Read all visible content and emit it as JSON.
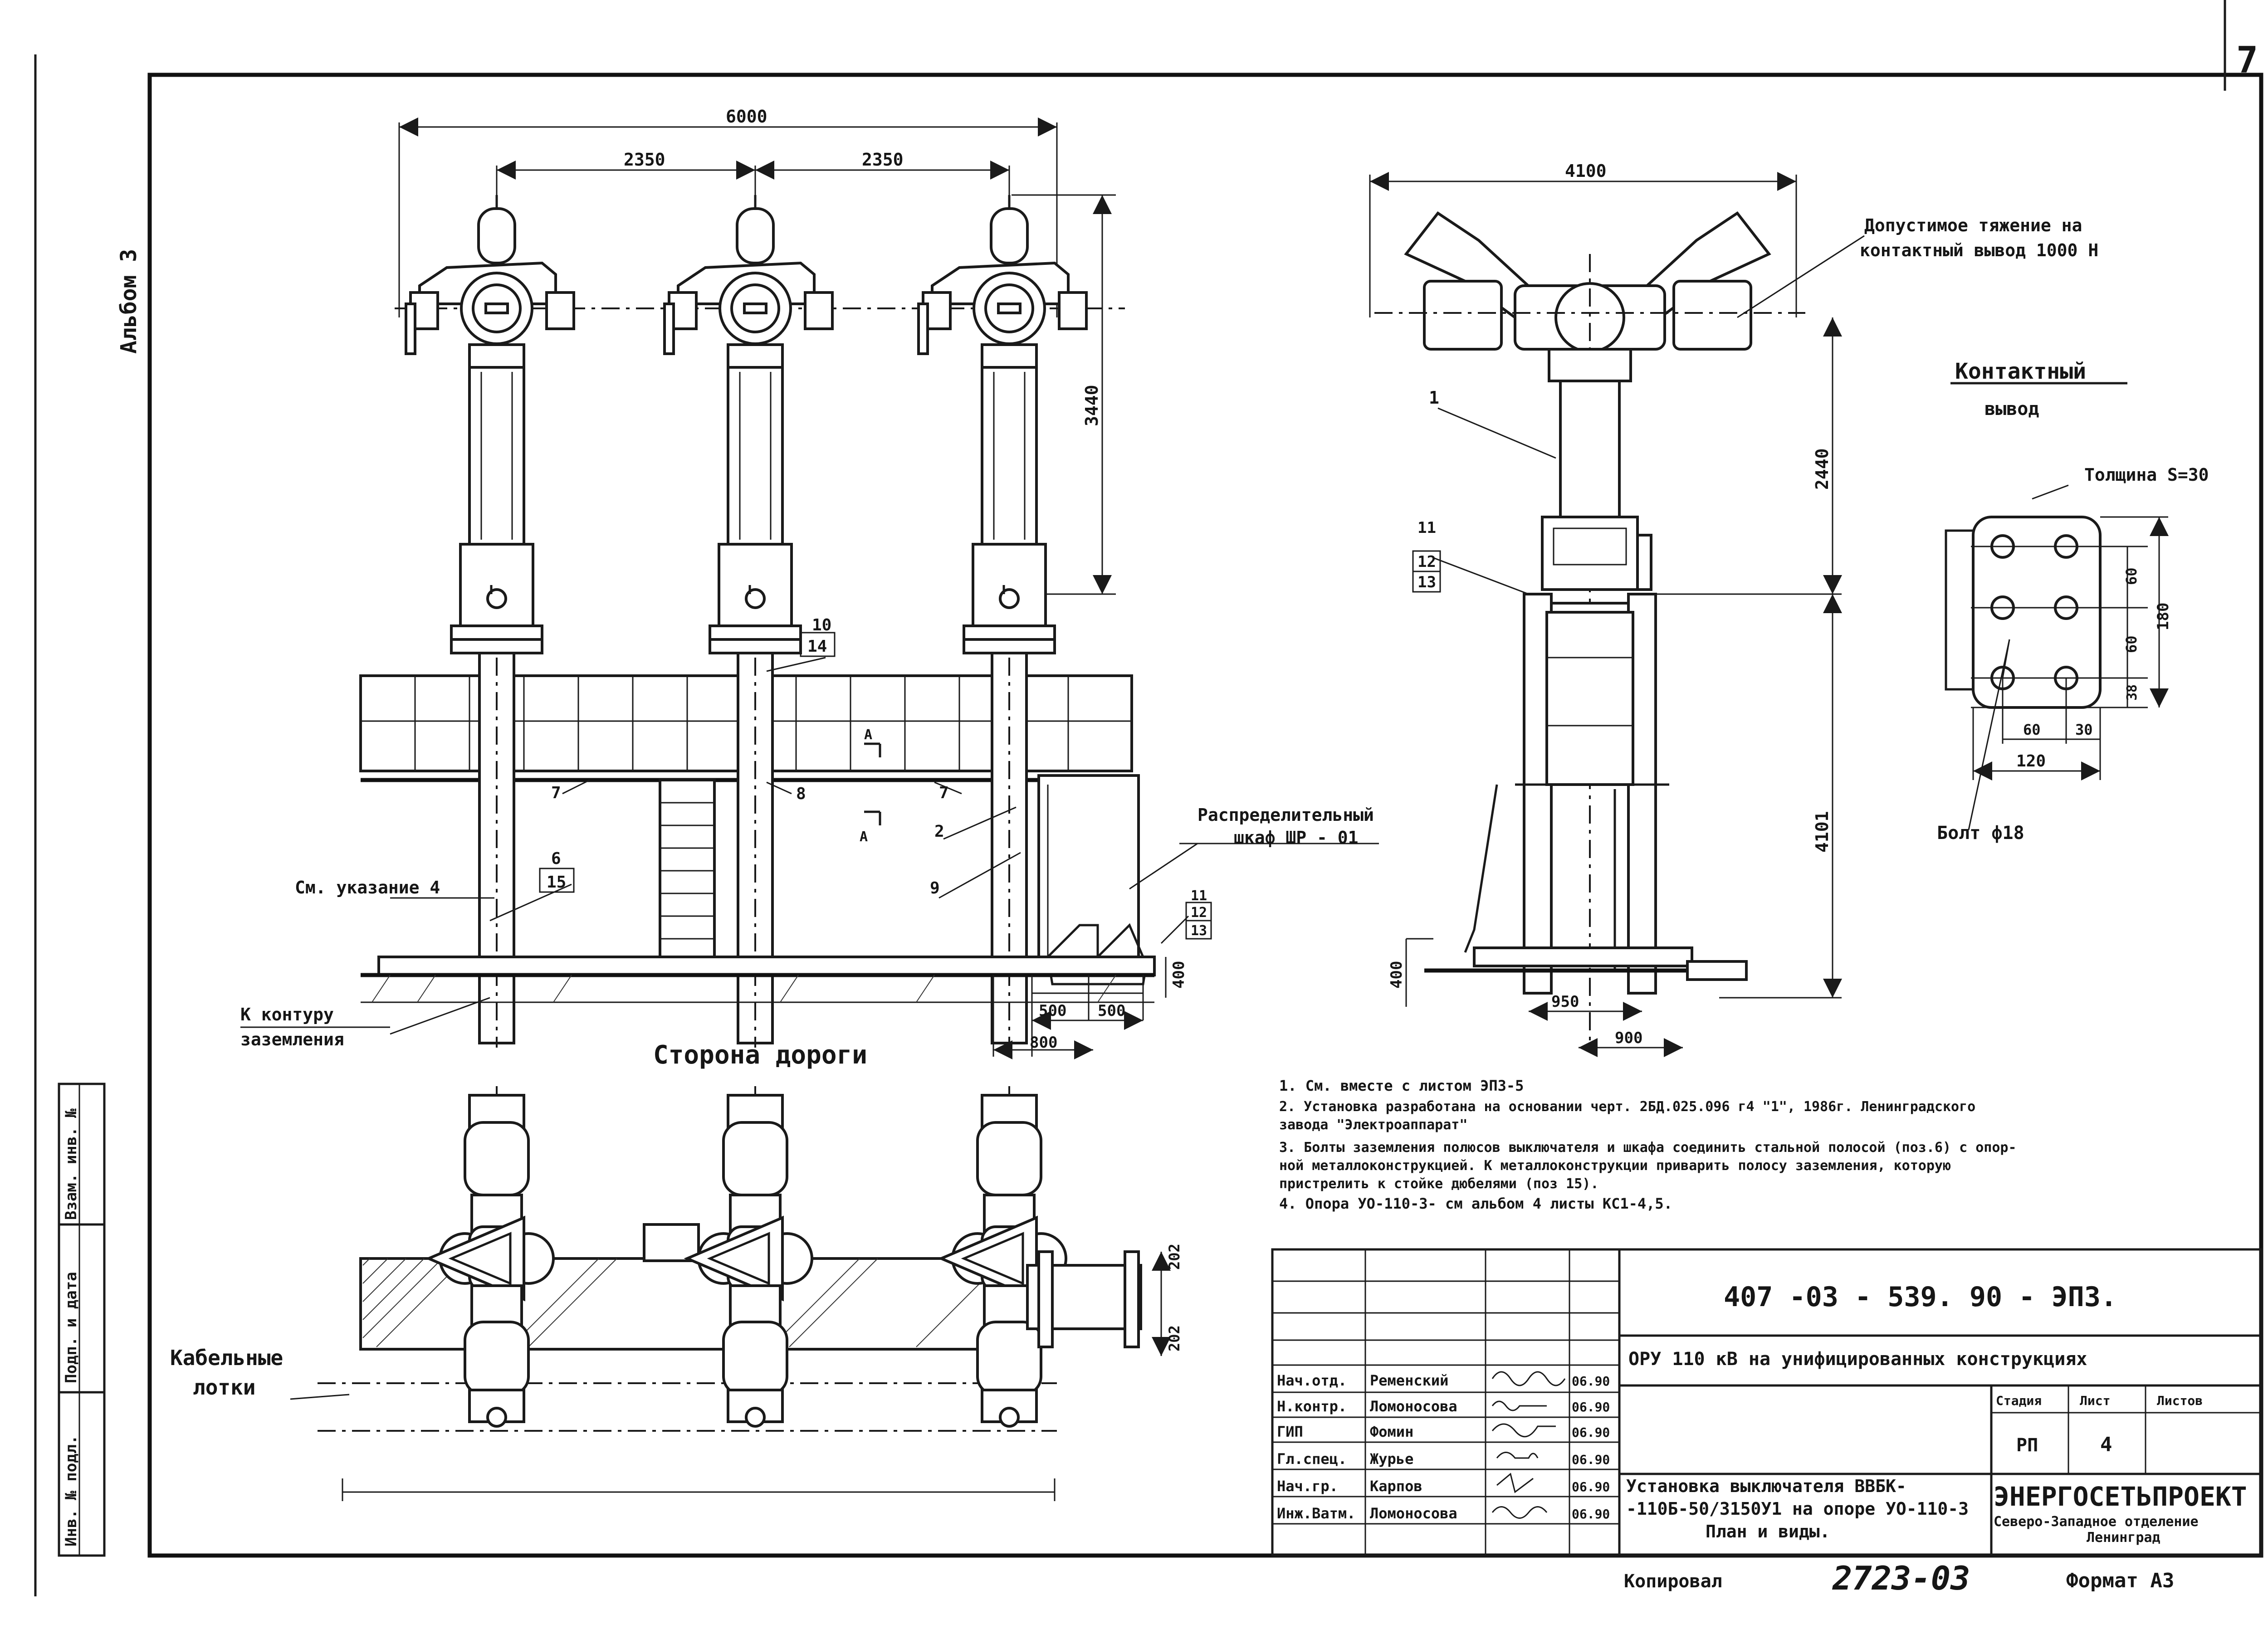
{
  "sheet": {
    "page_number": "7",
    "album_label": "Альбом 3",
    "copied_label": "Копировал",
    "handwritten_number": "2723-03",
    "format_label": "Формат А3"
  },
  "front_view": {
    "overall_width": "6000",
    "spacing_left": "2350",
    "spacing_right": "2350",
    "height_upper": "3440",
    "dim_500_a": "500",
    "dim_500_b": "500",
    "dim_400": "400",
    "dim_800": "800",
    "callouts": {
      "c10": "10",
      "c14": "14",
      "c7a": "7",
      "c7b": "7",
      "c8": "8",
      "c2": "2",
      "c9": "9",
      "c6": "6",
      "c15": "15",
      "c11": "11",
      "c12": "12",
      "c13": "13"
    },
    "section_mark_top": "А",
    "section_mark_bottom": "А",
    "note_ref": "См. указание 4",
    "grounding_line1": "К контуру",
    "grounding_line2": "заземления",
    "cabinet_line1": "Распределительный",
    "cabinet_line2": "шкаф  ШР - 01"
  },
  "plan_view": {
    "title": "Сторона дороги",
    "trays_line1": "Кабельные",
    "trays_line2": "лотки",
    "dim_202_a": "202",
    "dim_202_b": "202"
  },
  "side_view": {
    "width": "4100",
    "height_upper": "2440",
    "height_lower": "4101",
    "dim_400": "400",
    "dim_950": "950",
    "dim_900": "900",
    "load_note_line1": "Допустимое тяжение на",
    "load_note_line2": "контактный вывод 1000 Н",
    "callouts": {
      "c1": "1",
      "c11": "11",
      "c12": "12",
      "c13": "13"
    }
  },
  "terminal_detail": {
    "title_line1": "Контактный",
    "title_line2": "вывод",
    "thickness": "Толщина  S=30",
    "dim_60a": "60",
    "dim_60b": "60",
    "dim_38": "38",
    "dim_180": "180",
    "dim_60c": "60",
    "dim_30": "30",
    "dim_120": "120",
    "bolt": "Болт ф18"
  },
  "notes": [
    "1. См. вместе с листом ЭП3-5",
    "2. Установка разработана на основании черт. 2БД.025.096 г4 \"1\", 1986г. Ленинградского",
    "    завода \"Электроаппарат\"",
    "3. Болты заземления полюсов выключателя и шкафа соединить стальной полосой (поз.6) с опор-",
    "    ной металлоконструкцией. К металлоконструкции приварить полосу заземления, которую",
    "    пристрелить к стойке дюбелями (поз 15).",
    "4. Опора УО-110-3- см альбом 4 листы КС1-4,5."
  ],
  "title_block": {
    "doc_code": "407 -03 - 539. 90 - ЭП3.",
    "project_title": "ОРУ 110 кВ на унифицированных конструкциях",
    "sheet_title_line1": "Установка выключателя ВВБК-",
    "sheet_title_line2": "-110Б-50/3150У1 на опоре УО-110-3",
    "sheet_title_line3": "План и виды.",
    "stage_header": "Стадия",
    "sheet_header": "Лист",
    "sheets_header": "Листов",
    "stage_value": "РП",
    "sheet_value": "4",
    "org_name": "ЭНЕРГОСЕТЬПРОЕКТ",
    "org_line2": "Северо-Западное отделение",
    "org_line3": "Ленинград",
    "signatories": [
      {
        "role": "Нач.отд.",
        "name": "Ременский",
        "date": "06.90"
      },
      {
        "role": "Н.контр.",
        "name": "Ломоносова",
        "date": "06.90"
      },
      {
        "role": "ГИП",
        "name": "Фомин",
        "date": "06.90"
      },
      {
        "role": "Гл.спец.",
        "name": "Журье",
        "date": "06.90"
      },
      {
        "role": "Нач.гр.",
        "name": "Карпов",
        "date": "06.90"
      },
      {
        "role": "Инж.Ватм.",
        "name": "Ломоносова",
        "date": "06.90"
      }
    ]
  },
  "side_stamp": {
    "inv_orig": "Инв. № подл.",
    "sign_date": "Подп. и дата",
    "inv_replace": "Взам. инв. №"
  }
}
